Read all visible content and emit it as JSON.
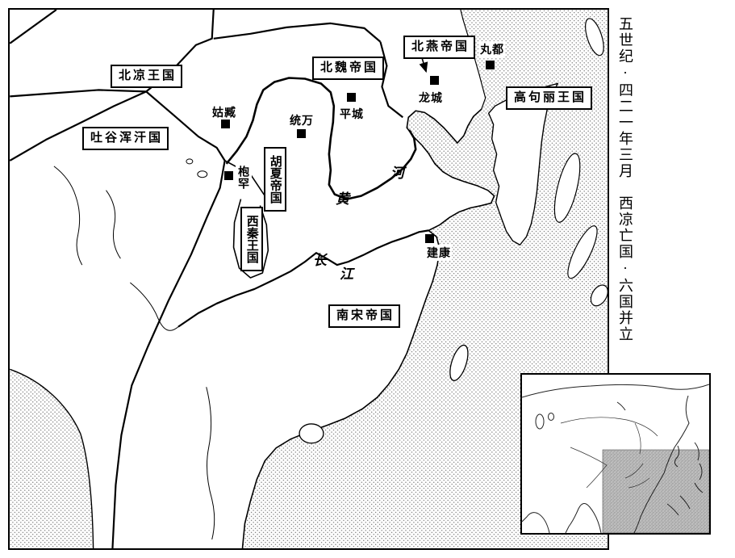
{
  "side_caption": {
    "text": "五世纪·四二一年三月　西凉亡国·六国并立"
  },
  "map": {
    "kingdoms": [
      {
        "id": "beiliang",
        "label": "北凉王国"
      },
      {
        "id": "tuyuhun",
        "label": "吐谷浑汗国"
      },
      {
        "id": "beiwei",
        "label": "北魏帝国"
      },
      {
        "id": "beiyan",
        "label": "北燕帝国"
      },
      {
        "id": "gaogouli",
        "label": "高句丽王国"
      },
      {
        "id": "huxia",
        "label": "胡夏帝国"
      },
      {
        "id": "xiqin",
        "label": "西秦王国"
      },
      {
        "id": "nansong",
        "label": "南宋帝国"
      }
    ],
    "cities": [
      {
        "id": "guzang",
        "label": "姑臧"
      },
      {
        "id": "tongwan",
        "label": "统万"
      },
      {
        "id": "pingcheng",
        "label": "平城"
      },
      {
        "id": "longcheng",
        "label": "龙城"
      },
      {
        "id": "wandu",
        "label": "丸都"
      },
      {
        "id": "fuhan",
        "label": "枹罕"
      },
      {
        "id": "jiankang",
        "label": "建康"
      }
    ],
    "rivers": [
      {
        "id": "huanghe",
        "name": "黄河",
        "chars": [
          "黄",
          "河"
        ]
      },
      {
        "id": "changjiang",
        "name": "长江",
        "chars": [
          "长",
          "江"
        ]
      }
    ]
  },
  "colors": {
    "ink": "#000000",
    "paper": "#ffffff",
    "sea_stipple": "#444444",
    "inset_shade": "#b9b9b9"
  }
}
